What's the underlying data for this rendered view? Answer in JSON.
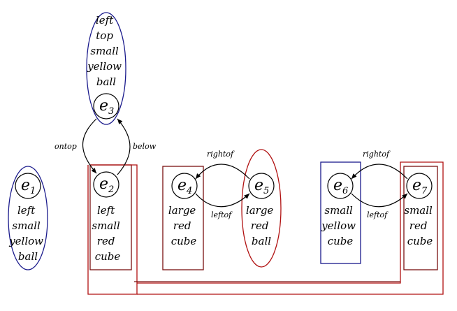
{
  "nodes": [
    {
      "id": "e1",
      "letter": "e",
      "sub": "1",
      "attributes": [
        "left",
        "small",
        "yellow",
        "ball"
      ]
    },
    {
      "id": "e2",
      "letter": "e",
      "sub": "2",
      "attributes": [
        "left",
        "small",
        "red",
        "cube"
      ]
    },
    {
      "id": "e3",
      "letter": "e",
      "sub": "3",
      "attributes": [
        "left",
        "top",
        "small",
        "yellow",
        "ball"
      ]
    },
    {
      "id": "e4",
      "letter": "e",
      "sub": "4",
      "attributes": [
        "large",
        "red",
        "cube"
      ]
    },
    {
      "id": "e5",
      "letter": "e",
      "sub": "5",
      "attributes": [
        "large",
        "red",
        "ball"
      ]
    },
    {
      "id": "e6",
      "letter": "e",
      "sub": "6",
      "attributes": [
        "small",
        "yellow",
        "cube"
      ]
    },
    {
      "id": "e7",
      "letter": "e",
      "sub": "7",
      "attributes": [
        "small",
        "red",
        "cube"
      ]
    }
  ],
  "edges": [
    {
      "id": "e2-e3",
      "label": "ontop"
    },
    {
      "id": "e3-e2",
      "label": "below"
    },
    {
      "id": "e5-e4",
      "label": "rightof"
    },
    {
      "id": "e4-e5",
      "label": "leftof"
    },
    {
      "id": "e7-e6",
      "label": "rightof"
    },
    {
      "id": "e6-e7",
      "label": "leftof"
    }
  ],
  "colors": {
    "red": "#b01010",
    "blue": "#1a1a8c",
    "darkred": "#7a1010",
    "ink": "#000000"
  }
}
